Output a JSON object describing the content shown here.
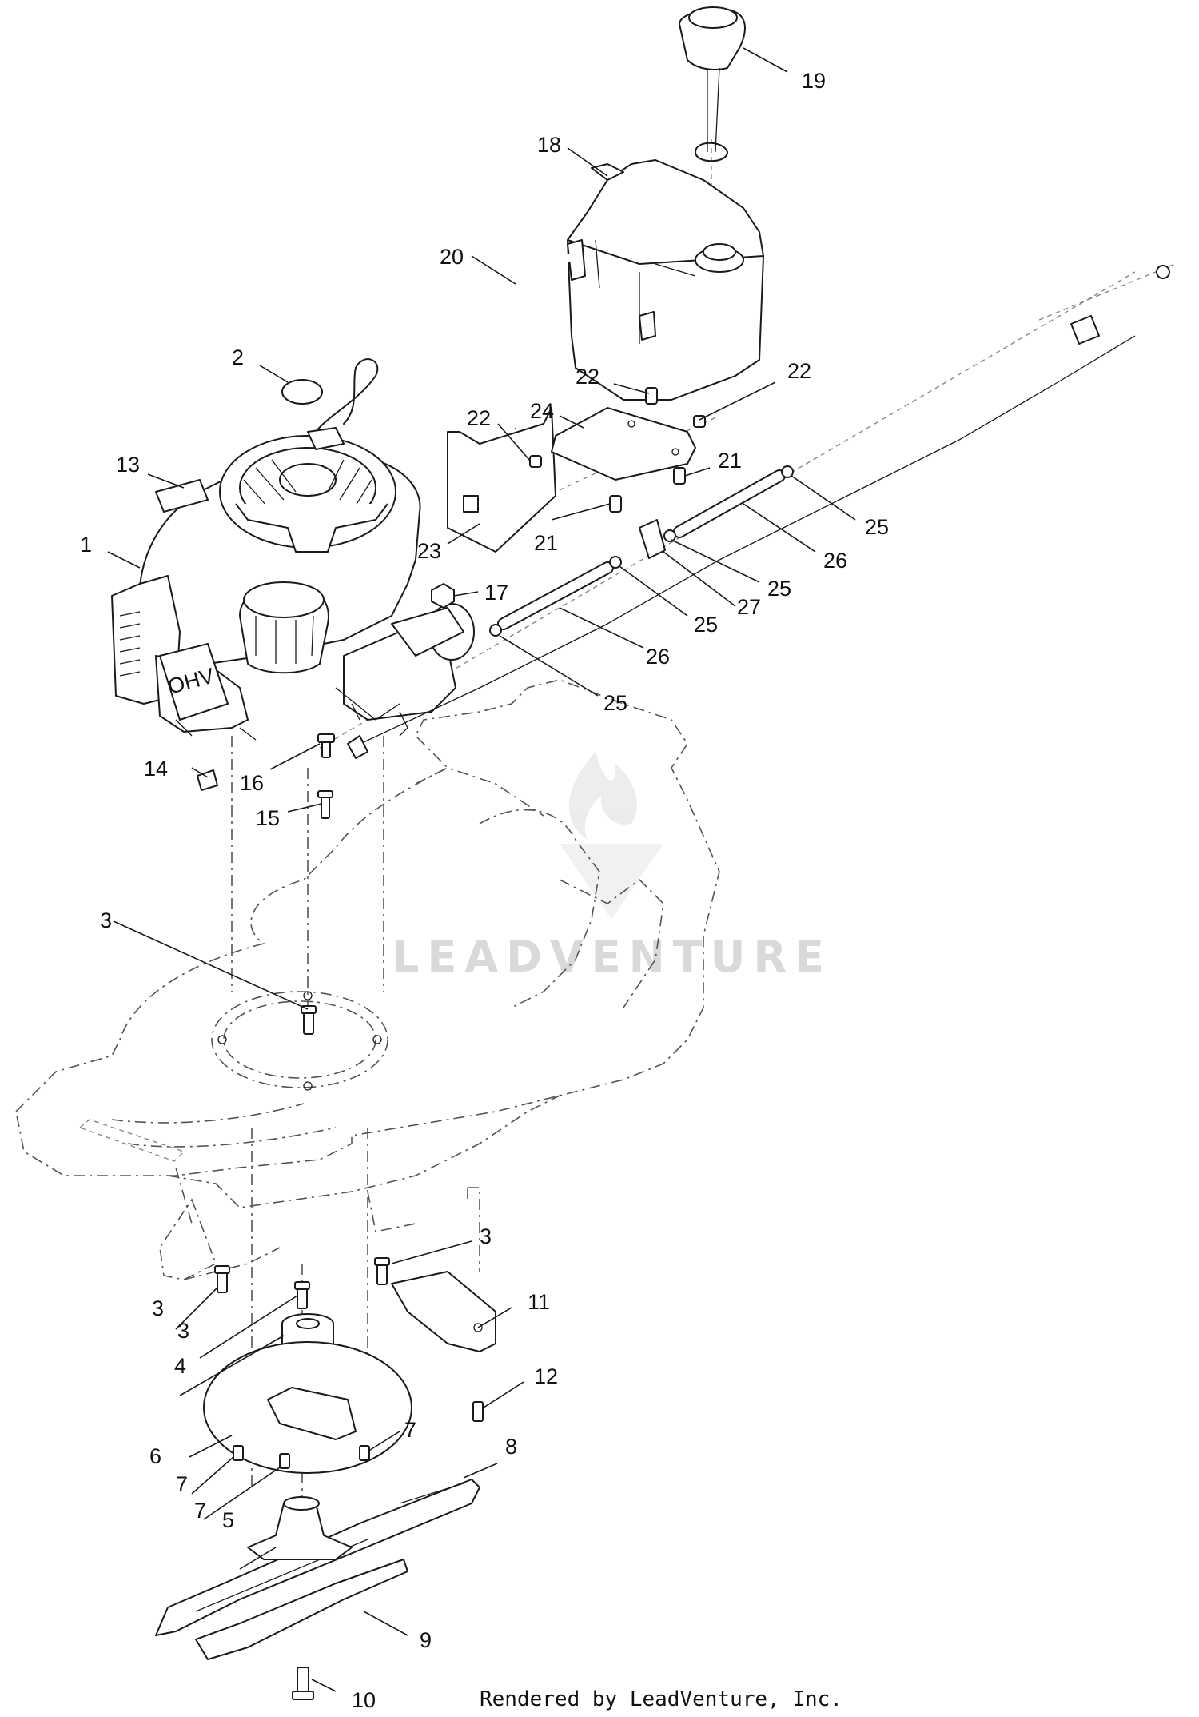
{
  "callouts": [
    {
      "id": "c1",
      "label": "1"
    },
    {
      "id": "c2",
      "label": "2"
    },
    {
      "id": "c3a",
      "label": "3"
    },
    {
      "id": "c3b",
      "label": "3"
    },
    {
      "id": "c3c",
      "label": "3"
    },
    {
      "id": "c3d",
      "label": "3"
    },
    {
      "id": "c4",
      "label": "4"
    },
    {
      "id": "c5",
      "label": "5"
    },
    {
      "id": "c6",
      "label": "6"
    },
    {
      "id": "c7a",
      "label": "7"
    },
    {
      "id": "c7b",
      "label": "7"
    },
    {
      "id": "c7c",
      "label": "7"
    },
    {
      "id": "c8",
      "label": "8"
    },
    {
      "id": "c9",
      "label": "9"
    },
    {
      "id": "c10",
      "label": "10"
    },
    {
      "id": "c11",
      "label": "11"
    },
    {
      "id": "c12",
      "label": "12"
    },
    {
      "id": "c13",
      "label": "13"
    },
    {
      "id": "c14",
      "label": "14"
    },
    {
      "id": "c15",
      "label": "15"
    },
    {
      "id": "c16",
      "label": "16"
    },
    {
      "id": "c17",
      "label": "17"
    },
    {
      "id": "c18",
      "label": "18"
    },
    {
      "id": "c19",
      "label": "19"
    },
    {
      "id": "c20",
      "label": "20"
    },
    {
      "id": "c21a",
      "label": "21"
    },
    {
      "id": "c21b",
      "label": "21"
    },
    {
      "id": "c22a",
      "label": "22"
    },
    {
      "id": "c22b",
      "label": "22"
    },
    {
      "id": "c22c",
      "label": "22"
    },
    {
      "id": "c23",
      "label": "23"
    },
    {
      "id": "c24",
      "label": "24"
    },
    {
      "id": "c25a",
      "label": "25"
    },
    {
      "id": "c25b",
      "label": "25"
    },
    {
      "id": "c25c",
      "label": "25"
    },
    {
      "id": "c25d",
      "label": "25"
    },
    {
      "id": "c26a",
      "label": "26"
    },
    {
      "id": "c26b",
      "label": "26"
    },
    {
      "id": "c27",
      "label": "27"
    }
  ],
  "watermark": "LEADVENTURE",
  "footer": "Rendered by LeadVenture, Inc."
}
